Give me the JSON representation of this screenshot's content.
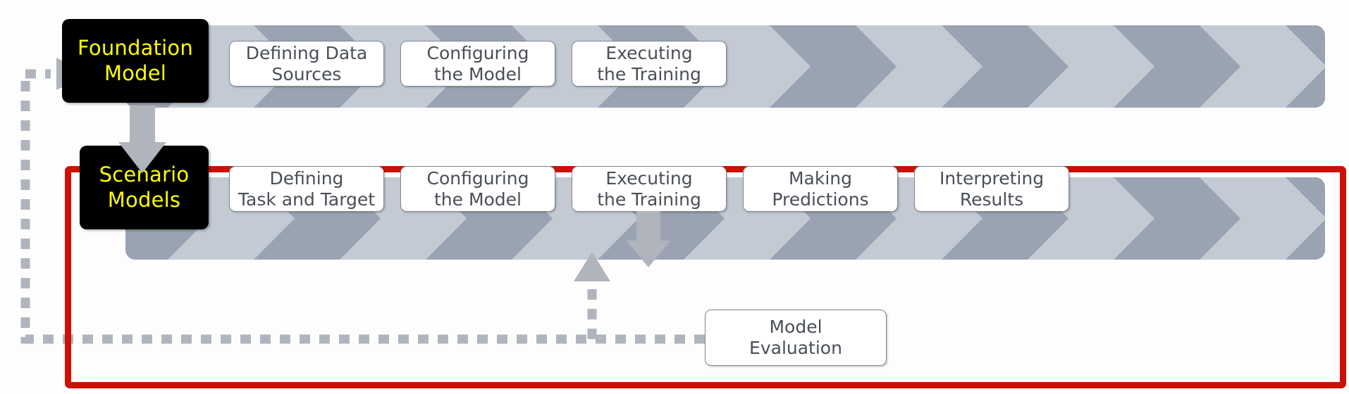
{
  "colors": {
    "chevron_light": "#c3cad4",
    "chevron_dark": "#9aa3b2",
    "anchor_bg": "#000000",
    "anchor_text": "#ffff00",
    "step_bg": "#ffffff",
    "step_border": "#7f8792",
    "step_text": "#4a4f57",
    "highlight_frame": "#cc1100",
    "arrow_gray": "#b0b5bd",
    "background": "#fdfdfd"
  },
  "rows": [
    {
      "id": "foundation-model-row",
      "anchor": {
        "label": "Foundation\nModel"
      },
      "steps": [
        {
          "label": "Defining Data\nSources"
        },
        {
          "label": "Configuring\nthe Model"
        },
        {
          "label": "Executing\nthe Training"
        }
      ]
    },
    {
      "id": "scenario-models-row",
      "anchor": {
        "label": "Scenario\nModels"
      },
      "steps": [
        {
          "label": "Defining\nTask and Target"
        },
        {
          "label": "Configuring\nthe Model"
        },
        {
          "label": "Executing\nthe Training"
        },
        {
          "label": "Making\nPredictions"
        },
        {
          "label": "Interpreting\nResults"
        }
      ]
    }
  ],
  "evaluation": {
    "label": "Model\nEvaluation"
  },
  "connectors": {
    "foundation_to_scenario": "down-arrow",
    "training_to_evaluation": "down-arrow",
    "evaluation_to_configuring": "dashed-up-arrow",
    "evaluation_to_foundation": "dashed-feedback-arrow"
  }
}
